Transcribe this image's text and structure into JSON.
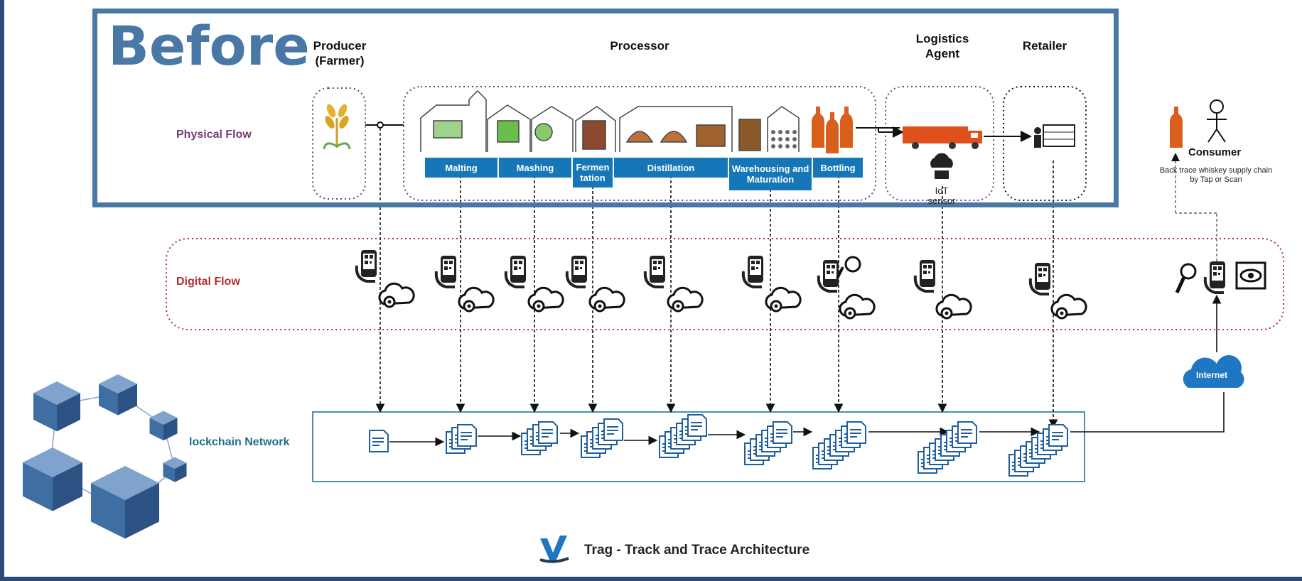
{
  "before_label": "Before",
  "headers": {
    "producer": "Producer (Farmer)",
    "processor": "Processor",
    "logistics": "Logistics Agent",
    "retailer": "Retailer"
  },
  "rows": {
    "physical": "Physical Flow",
    "digital": "Digital Flow",
    "blockchain": "lockchain Network"
  },
  "stages": {
    "malting": "Malting",
    "mashing": "Mashing",
    "fermentation": "Fermen tation",
    "distillation": "Distillation",
    "warehousing": "Warehousing and Maturation",
    "bottling": "Bottling"
  },
  "iot_sensor": "IoT sensor",
  "consumer": {
    "title": "Consumer",
    "caption": "Back trace whiskey supply chain by Tap or Scan"
  },
  "internet": "Internet",
  "footer_title": "Trag - Track and Trace Architecture",
  "colors": {
    "before_border": "#4a78a6",
    "stage_fill": "#1677b8",
    "physical_label": "#7a3a7a",
    "digital_label": "#b03030",
    "blockchain_label": "#1f6e8c",
    "internet_cloud": "#1f77c4"
  }
}
